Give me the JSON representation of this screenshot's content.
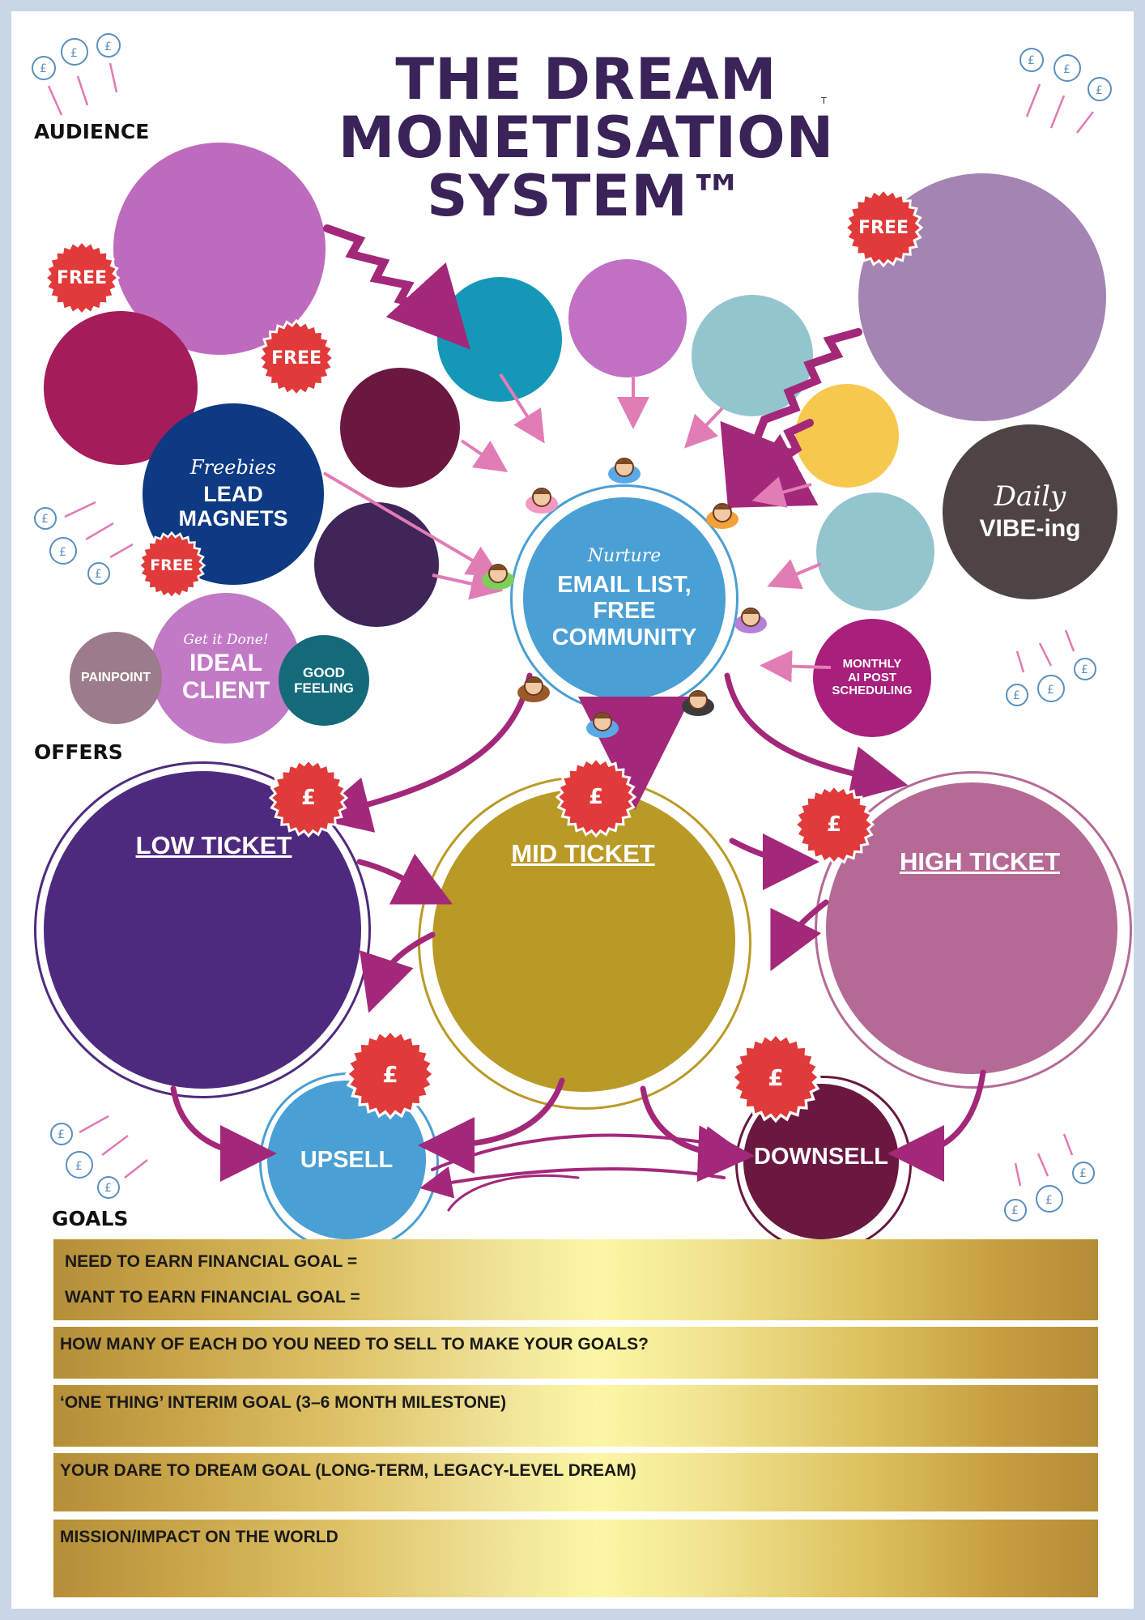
{
  "title": {
    "line1": "THE DREAM",
    "line2": "MONETISATION",
    "line3": "SYSTEM™",
    "small_mark": "T"
  },
  "sections": {
    "audience": "AUDIENCE",
    "offers": "OFFERS",
    "goals": "GOALS"
  },
  "badges": {
    "free": "FREE",
    "pound": "£"
  },
  "audience": {
    "lead_magnets": {
      "script": "Freebies",
      "line1": "LEAD",
      "line2": "MAGNETS"
    },
    "ideal_client": {
      "script": "Get it Done!",
      "line1": "IDEAL",
      "line2": "CLIENT"
    },
    "painpoint": "PAINPOINT",
    "good_feeling": {
      "line1": "GOOD",
      "line2": "FEELING"
    },
    "daily_vibe": {
      "script": "Daily",
      "label": "VIBE-ing"
    },
    "monthly_ai": {
      "line1": "MONTHLY",
      "line2": "AI POST",
      "line3": "SCHEDULING"
    },
    "email_list": {
      "script": "Nurture",
      "line1": "EMAIL LIST,",
      "line2": "FREE",
      "line3": "COMMUNITY"
    }
  },
  "offers": {
    "low_ticket": "LOW TICKET",
    "mid_ticket": "MID TICKET",
    "high_ticket": "HIGH TICKET",
    "upsell": "UPSELL",
    "downsell": "DOWNSELL"
  },
  "goals": {
    "need_to_earn": "NEED TO EARN FINANCIAL GOAL  =",
    "want_to_earn": "WANT TO EARN FINANCIAL GOAL  =",
    "how_many": "HOW MANY OF EACH DO YOU NEED TO SELL TO MAKE YOUR GOALS?",
    "one_thing": "‘ONE THING’ INTERIM GOAL (3–6 MONTH MILESTONE)",
    "dare_to_dream": "YOUR DARE TO DREAM GOAL (LONG-TERM, LEGACY-LEVEL DREAM)",
    "mission": "MISSION/IMPACT ON THE WORLD"
  },
  "colors": {
    "title": "#3a2358",
    "badge_red": "#e03a3a",
    "low_ticket": "#4e2a7f",
    "mid_ticket": "#b99a26",
    "high_ticket": "#b56a96",
    "upsell": "#4a9fd4",
    "downsell": "#6a1840",
    "email_list": "#4a9fd4",
    "arrow": "#a3287a"
  },
  "icons": [
    "pound-coin-icon",
    "person-figure-icon",
    "arrow-icon"
  ]
}
